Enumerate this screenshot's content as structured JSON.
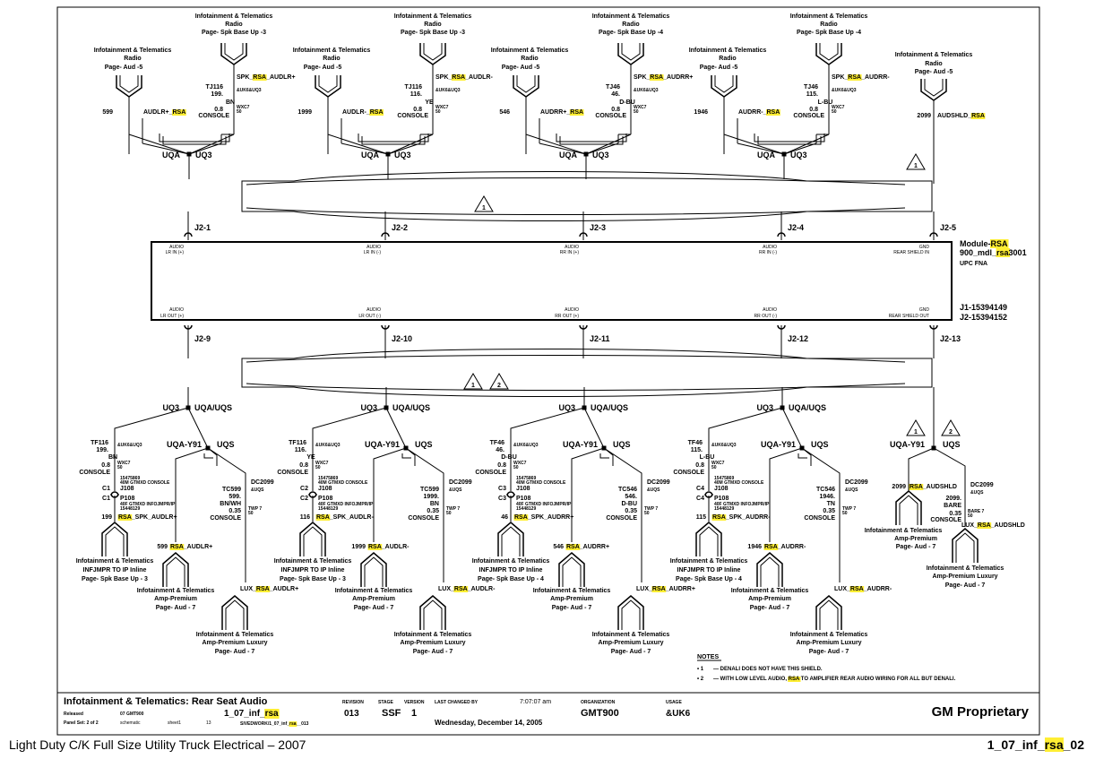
{
  "page_footer": {
    "left": "Light Duty C/K Full Size Utility Truck Electrical – 2007",
    "right_prefix": "1_07_inf_",
    "right_hl": "rsa",
    "right_suffix": "_02"
  },
  "module": {
    "name_prefix": "Module-",
    "name_hl": "RSA",
    "line2_prefix": "900_mdl_",
    "line2_hl": "rsa",
    "line2_suffix": "3001",
    "line3": "UPC    FNA",
    "part1": "J1-15394149",
    "part2": "J2-15394152"
  },
  "top_pins": [
    {
      "pin": "J2-1",
      "label1": "AUDIO",
      "label2": "LR IN (+)"
    },
    {
      "pin": "J2-2",
      "label1": "AUDIO",
      "label2": "LR IN (-)"
    },
    {
      "pin": "J2-3",
      "label1": "AUDIO",
      "label2": "RR IN (+)"
    },
    {
      "pin": "J2-4",
      "label1": "AUDIO",
      "label2": "RR IN (-)"
    },
    {
      "pin": "J2-5",
      "label1": "GND",
      "label2": "REAR SHIELD IN"
    }
  ],
  "bottom_pins": [
    {
      "pin": "J2-9",
      "label1": "AUDIO",
      "label2": "LR OUT (+)"
    },
    {
      "pin": "J2-10",
      "label1": "AUDIO",
      "label2": "LR OUT (-)"
    },
    {
      "pin": "J2-11",
      "label1": "AUDIO",
      "label2": "RR OUT (+)"
    },
    {
      "pin": "J2-12",
      "label1": "AUDIO",
      "label2": "RR OUT (-)"
    },
    {
      "pin": "J2-13",
      "label1": "GND",
      "label2": "REAR SHIELD OUT"
    }
  ],
  "top_groups": [
    {
      "left": {
        "l1": "Infotainment & Telematics",
        "l2": "Radio",
        "l3": "Page-    Aud -5",
        "circuit": "599",
        "wire_pre": "AUDLR+_",
        "wire_hl": "RSA"
      },
      "right": {
        "l1": "Infotainment & Telematics",
        "l2": "Radio",
        "l3": "Page- Spk Base Up -3",
        "wire_pre": "SPK_",
        "wire_hl": "RSA",
        "wire_post": "_AUDLR+",
        "opt": "&UK6&UQ3"
      },
      "splice": "TJ116",
      "splice_circ": "199.",
      "color": "BN",
      "size": "0.8",
      "loc": "CONSOLE",
      "wxc": "WXC7",
      "wxc2": "50",
      "uqa": "UQA",
      "uq3": "UQ3"
    },
    {
      "left": {
        "l1": "Infotainment & Telematics",
        "l2": "Radio",
        "l3": "Page-    Aud -5",
        "circuit": "1999",
        "wire_pre": "AUDLR-_",
        "wire_hl": "RSA"
      },
      "right": {
        "l1": "Infotainment & Telematics",
        "l2": "Radio",
        "l3": "Page- Spk Base Up -3",
        "wire_pre": "SPK_",
        "wire_hl": "RSA",
        "wire_post": "_AUDLR-",
        "opt": "&UK6&UQ3"
      },
      "splice": "TJ116",
      "splice_circ": "116.",
      "color": "YE",
      "size": "0.8",
      "loc": "CONSOLE",
      "wxc": "WXC7",
      "wxc2": "50",
      "uqa": "UQA",
      "uq3": "UQ3"
    },
    {
      "left": {
        "l1": "Infotainment & Telematics",
        "l2": "Radio",
        "l3": "Page-    Aud -5",
        "circuit": "546",
        "wire_pre": "AUDRR+_",
        "wire_hl": "RSA"
      },
      "right": {
        "l1": "Infotainment & Telematics",
        "l2": "Radio",
        "l3": "Page- Spk Base Up -4",
        "wire_pre": "SPK_",
        "wire_hl": "RSA",
        "wire_post": "_AUDRR+",
        "opt": "&UK6&UQ3"
      },
      "splice": "TJ46",
      "splice_circ": "46.",
      "color": "D-BU",
      "size": "0.8",
      "loc": "CONSOLE",
      "wxc": "WXC7",
      "wxc2": "50",
      "uqa": "UQA",
      "uq3": "UQ3"
    },
    {
      "left": {
        "l1": "Infotainment & Telematics",
        "l2": "Radio",
        "l3": "Page-    Aud -5",
        "circuit": "1946",
        "wire_pre": "AUDRR-_",
        "wire_hl": "RSA"
      },
      "right": {
        "l1": "Infotainment & Telematics",
        "l2": "Radio",
        "l3": "Page- Spk Base Up -4",
        "wire_pre": "SPK_",
        "wire_hl": "RSA",
        "wire_post": "_AUDRR-",
        "opt": "&UK6&UQ3"
      },
      "splice": "TJ46",
      "splice_circ": "115.",
      "color": "L-BU",
      "size": "0.8",
      "loc": "CONSOLE",
      "wxc": "WXC7",
      "wxc2": "50",
      "uqa": "UQA",
      "uq3": "UQ3"
    }
  ],
  "top_shield": {
    "l1": "Infotainment & Telematics",
    "l2": "Radio",
    "l3": "Page-    Aud -5",
    "circuit": "2099",
    "wire_pre": "AUDSHLD_",
    "wire_hl": "RSA"
  },
  "notes_marks": {
    "n1": "1",
    "n2": "2"
  },
  "bottom_groups": [
    {
      "uq3": "UQ3",
      "uqauqs": "UQA/UQS",
      "y91": "UQA-Y91",
      "uqs": "UQS",
      "tf": "TF116",
      "tf_circ": "199.",
      "tf_color": "BN",
      "tf_opt": "&UK6&UQ3",
      "tf_size": "0.8",
      "tf_wxc": "WXC7",
      "tf_wxc2": "50",
      "tf_loc": "CONSOLE",
      "c": "C1",
      "cpart": "15475869",
      "cdesc": "40M GTMXD CONSOLE",
      "j": "J108",
      "p": "P108",
      "pdesc": "40F GTMXD INFOJMPR/IP",
      "ppart": "15448129",
      "inl_circ": "199",
      "inl_hl": "RSA",
      "inl_post": "_SPK_AUDLR+",
      "inl_l1": "Infotainment & Telematics",
      "inl_l2": "INFJMPR TO IP Inline",
      "inl_l3": "Page- Spk Base Up - 3",
      "amp_circ": "599",
      "amp_hl": "RSA",
      "amp_post": "_AUDLR+",
      "amp_l1": "Infotainment & Telematics",
      "amp_l2": "Amp-Premium",
      "amp_l3": "Page-            Aud - 7",
      "dc": "DC2099",
      "dc_opt": "&UQS",
      "tc": "TC599",
      "tc_circ": "599.",
      "tc_color": "BN/WH",
      "tc_size": "0.35",
      "tc_twp": "TWP 7",
      "tc_twp2": "50",
      "tc_loc": "CONSOLE",
      "lux_pre": "LUX_",
      "lux_hl": "RSA",
      "lux_post": "_AUDLR+",
      "lux_l1": "Infotainment & Telematics",
      "lux_l2": "Amp-Premium Luxury",
      "lux_l3": "Page-            Aud - 7"
    },
    {
      "uq3": "UQ3",
      "uqauqs": "UQA/UQS",
      "y91": "UQA-Y91",
      "uqs": "UQS",
      "tf": "TF116",
      "tf_circ": "116.",
      "tf_color": "YE",
      "tf_opt": "&UK6&UQ3",
      "tf_size": "0.8",
      "tf_wxc": "WXC7",
      "tf_wxc2": "50",
      "tf_loc": "CONSOLE",
      "c": "C2",
      "cpart": "15475869",
      "cdesc": "40M GTMXD CONSOLE",
      "j": "J108",
      "p": "P108",
      "pdesc": "40F GTMXD INFOJMPR/IP",
      "ppart": "15448129",
      "inl_circ": "116",
      "inl_hl": "RSA",
      "inl_post": "_SPK_AUDLR-",
      "inl_l1": "Infotainment & Telematics",
      "inl_l2": "INFJMPR TO IP Inline",
      "inl_l3": "Page- Spk Base Up - 3",
      "amp_circ": "1999",
      "amp_hl": "RSA",
      "amp_post": "_AUDLR-",
      "amp_l1": "Infotainment & Telematics",
      "amp_l2": "Amp-Premium",
      "amp_l3": "Page-            Aud - 7",
      "dc": "DC2099",
      "dc_opt": "&UQS",
      "tc": "TC599",
      "tc_circ": "1999.",
      "tc_color": "BN",
      "tc_size": "0.35",
      "tc_twp": "TWP 7",
      "tc_twp2": "50",
      "tc_loc": "CONSOLE",
      "lux_pre": "LUX_",
      "lux_hl": "RSA",
      "lux_post": "_AUDLR-",
      "lux_l1": "Infotainment & Telematics",
      "lux_l2": "Amp-Premium Luxury",
      "lux_l3": "Page-            Aud - 7"
    },
    {
      "uq3": "UQ3",
      "uqauqs": "UQA/UQS",
      "y91": "UQA-Y91",
      "uqs": "UQS",
      "tf": "TF46",
      "tf_circ": "46.",
      "tf_color": "D-BU",
      "tf_opt": "&UK6&UQ3",
      "tf_size": "0.8",
      "tf_wxc": "WXC7",
      "tf_wxc2": "50",
      "tf_loc": "CONSOLE",
      "c": "C3",
      "cpart": "15475869",
      "cdesc": "40M GTMXD CONSOLE",
      "j": "J108",
      "p": "P108",
      "pdesc": "40F GTMXD INFOJMPR/IP",
      "ppart": "15448129",
      "inl_circ": "46",
      "inl_hl": "RSA",
      "inl_post": "_SPK_AUDRR+",
      "inl_l1": "Infotainment & Telematics",
      "inl_l2": "INFJMPR TO IP Inline",
      "inl_l3": "Page- Spk Base Up   - 4",
      "amp_circ": "546",
      "amp_hl": "RSA",
      "amp_post": "_AUDRR+",
      "amp_l1": "Infotainment & Telematics",
      "amp_l2": "Amp-Premium",
      "amp_l3": "Page-            Aud - 7",
      "dc": "DC2099",
      "dc_opt": "&UQS",
      "tc": "TC546",
      "tc_circ": "546.",
      "tc_color": "D-BU",
      "tc_size": "0.35",
      "tc_twp": "TWP 7",
      "tc_twp2": "50",
      "tc_loc": "CONSOLE",
      "lux_pre": "LUX_",
      "lux_hl": "RSA",
      "lux_post": "_AUDRR+",
      "lux_l1": "Infotainment & Telematics",
      "lux_l2": "Amp-Premium Luxury",
      "lux_l3": "Page-            Aud - 7"
    },
    {
      "uq3": "UQ3",
      "uqauqs": "UQA/UQS",
      "y91": "UQA-Y91",
      "uqs": "UQS",
      "tf": "TF46",
      "tf_circ": "115.",
      "tf_color": "L-BU",
      "tf_opt": "&UK6&UQ3",
      "tf_size": "0.8",
      "tf_wxc": "WXC7",
      "tf_wxc2": "50",
      "tf_loc": "CONSOLE",
      "c": "C4",
      "cpart": "15475869",
      "cdesc": "40M GTMXD CONSOLE",
      "j": "J108",
      "p": "P108",
      "pdesc": "40F GTMXD INFOJMPR/IP",
      "ppart": "15448129",
      "inl_circ": "115",
      "inl_hl": "RSA",
      "inl_post": "_SPK_AUDRR-",
      "inl_l1": "Infotainment & Telematics",
      "inl_l2": "INFJMPR TO IP Inline",
      "inl_l3": "Page- Spk Base Up - 4",
      "amp_circ": "1946",
      "amp_hl": "RSA",
      "amp_post": "_AUDRR-",
      "amp_l1": "Infotainment & Telematics",
      "amp_l2": "Amp-Premium",
      "amp_l3": "Page-            Aud - 7",
      "dc": "DC2099",
      "dc_opt": "&UQS",
      "tc": "TC546",
      "tc_circ": "1946.",
      "tc_color": "TN",
      "tc_size": "0.35",
      "tc_twp": "TWP 7",
      "tc_twp2": "50",
      "tc_loc": "CONSOLE",
      "lux_pre": "LUX_",
      "lux_hl": "RSA",
      "lux_post": "_AUDRR-",
      "lux_l1": "Infotainment & Telematics",
      "lux_l2": "Amp-Premium Luxury",
      "lux_l3": "Page-            Aud - 7"
    }
  ],
  "bottom_shield": {
    "y91": "UQA-Y91",
    "uqs": "UQS",
    "amp_circ": "2099",
    "amp_hl": "RSA",
    "amp_post": "_AUDSHLD",
    "amp_l1": "Infotainment & Telematics",
    "amp_l2": "Amp-Premium",
    "amp_l3": "Page-            Aud - 7",
    "dc": "DC2099",
    "dc_opt": "&UQS",
    "circ": "2099.",
    "color": "BARE",
    "size": "0.35",
    "twp": "BARE 7",
    "twp2": "50",
    "loc": "CONSOLE",
    "lux_pre": "LUX_",
    "lux_hl": "RSA",
    "lux_post": "_AUDSHLD",
    "lux_l1": "Infotainment & Telematics",
    "lux_l2": "Amp-Premium Luxury",
    "lux_l3": "Page-            Aud - 7"
  },
  "notes": {
    "heading": "NOTES",
    "n1_mark": "• 1",
    "n1_text": "— DENALI DOES NOT HAVE THIS SHIELD.",
    "n2_mark": "• 2",
    "n2_pre": "— WITH LOW LEVEL AUDIO, ",
    "n2_hl": "RSA",
    "n2_post": " TO AMPLIFIER REAR AUDIO WIRING FOR ALL BUT DENALI."
  },
  "title_block": {
    "title": "Infotainment & Telematics: Rear Seat Audio",
    "released_label": "Released",
    "released_val": "07    GMT900",
    "panel_label": "Panel Set:  2   of  2",
    "schematic": "schematic",
    "sheet": "sheet1",
    "sheet_no": "13",
    "file_pre": "1_07_inf_",
    "file_hl": "rsa",
    "path_pre": "SIVEDWORK/1_07_inf_",
    "path_hl": "rsa",
    "path_post": "__013",
    "rev_label": "REVISION",
    "rev": "013",
    "stage_label": "STAGE",
    "stage": "SSF",
    "version_label": "VERSION",
    "version": "1",
    "changed_label": "LAST CHANGED BY",
    "time": "7:07:07 am",
    "date": "Wednesday, December 14, 2005",
    "org_label": "ORGANIZATION",
    "org": "GMT900",
    "usage_label": "USAGE",
    "usage": "&UK6",
    "proprietary": "GM Proprietary"
  }
}
